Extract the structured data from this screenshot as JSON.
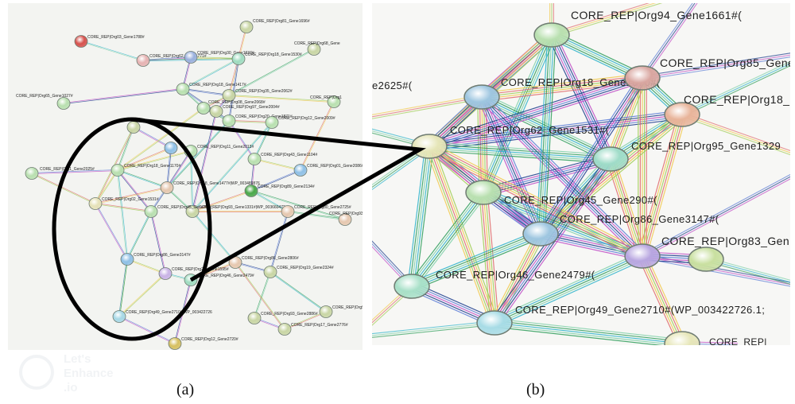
{
  "captions": {
    "a": "(a)",
    "b": "(b)"
  },
  "watermark": {
    "line1": "Let's",
    "line2": "Enhance",
    "line3": ".io"
  },
  "colors": {
    "oval": "#000000",
    "edge_palette": [
      "#5a7bd6",
      "#2e9e5a",
      "#9fcc52",
      "#c04bc6",
      "#2bb3c9",
      "#f2c94c",
      "#1a3a8c",
      "#7fd0a8",
      "#e06a6a"
    ]
  },
  "panel_a": {
    "nodes": [
      {
        "label": "CORE_REP|Org03_Gene1788#",
        "color": "#d6524e"
      },
      {
        "label": "CORE_REP|Org81_Gene1696#",
        "color": "#c9d6a5"
      },
      {
        "label": "CORE_REP|Org62_Gene1771#",
        "color": "#e6b3b3"
      },
      {
        "label": "CORE_REP|Org30_Gene1637#",
        "color": "#9bb1de"
      },
      {
        "label": "CORE_REP|Org18_Gene1530#",
        "color": "#9fdcc0"
      },
      {
        "label": "CORE_REP|Org68_Gene",
        "color": "#c9d6a5"
      },
      {
        "label": "CORE_REP|Org65_Gene1027#",
        "color": "#b9e0b0"
      },
      {
        "label": "CORE_REP|Org18_Gene1417#",
        "color": "#b9e0b0"
      },
      {
        "label": "CORE_REP|Org35_Gene2062#",
        "color": "#c9d6a5"
      },
      {
        "label": "CORE_REP|Org08_Gene2068#",
        "color": "#b9e0b0"
      },
      {
        "label": "CORE_REP|Org97_Gene2004#",
        "color": "#c9d6a5"
      },
      {
        "label": "CORE_REP|Org1",
        "color": "#b9e0b0"
      },
      {
        "label": "CORE_REP|Org20_Gene1871#",
        "color": "#b9e0b0"
      },
      {
        "label": "CORE_REP|Org12_Gene2009#",
        "color": "#b9e0b0"
      },
      {
        "label": "CORE_REP|Org1_Gene2025#",
        "color": "#b9e0b0"
      },
      {
        "label": "CORE_REP|Org11_Gene2013#",
        "color": "#b9e0b0"
      },
      {
        "label": "CORE_REP|Org18_Gene1170#",
        "color": "#b9e0b0"
      },
      {
        "label": "CORE_REP|Org18_Gene1477#|WP_003489876",
        "color": "#e6c8b0"
      },
      {
        "label": "CORE_REP|Org43_Gene1104#",
        "color": "#b9e0b0"
      },
      {
        "label": "CORE_REP|Org01_Gene2086#",
        "color": "#8fc0e6"
      },
      {
        "label": "CORE_REP|Org02_Gene1531#",
        "color": "#e6e2b8"
      },
      {
        "label": "CORE_REP|Org89_Gene2134#",
        "color": "#4aa84a"
      },
      {
        "label": "CORE_REP|Org93_Gene1331#|WP_003660472",
        "color": "#c9d6a5"
      },
      {
        "label": "CORE_REP|Org80_Gene2725#",
        "color": "#e6c8b0"
      },
      {
        "label": "CORE_REP|Org93_Gene2456#",
        "color": "#e6c8b0"
      },
      {
        "label": "CORE_REP|Org45_Gene290#",
        "color": "#b9e0b0"
      },
      {
        "label": "CORE_REP|Org86_Gene3147#",
        "color": "#8fc0e6"
      },
      {
        "label": "CORE_REP|Org23_Gene1595#",
        "color": "#c9b3e6"
      },
      {
        "label": "CORE_REP|Org46_Gene2479#",
        "color": "#9fdcc0"
      },
      {
        "label": "CORE_REP|Org86_Gene2806#",
        "color": "#e6c8b0"
      },
      {
        "label": "CORE_REP|Org19_Gene2324#",
        "color": "#c9d6a5"
      },
      {
        "label": "CORE_REP|Org49_Gene2710#|WP_003422726",
        "color": "#a6d8e6"
      },
      {
        "label": "CORE_REP|Org93_Gene2886#",
        "color": "#c9d6a5"
      },
      {
        "label": "CORE_REP|Org17_Gene2776#",
        "color": "#c9d6a5"
      },
      {
        "label": "CORE_REP|Org12_Gene2720#",
        "color": "#d6c060"
      },
      {
        "label": "CORE_REP|Org91_Gene2349#",
        "color": "#c9d6a5"
      },
      {
        "label": "",
        "color": "#8fc0e6"
      },
      {
        "label": "",
        "color": "#c9d6a5"
      }
    ]
  },
  "panel_b": {
    "nodes": [
      {
        "label": "CORE_REP|Org94_Gene1661#(",
        "color": "#b9e0b0"
      },
      {
        "label": "e2625#(",
        "color": "#ffffff"
      },
      {
        "label": "CORE_REP|Org18_Gene1870#(",
        "color": "#9ec6e0"
      },
      {
        "label": "CORE_REP|Org85_Gene",
        "color": "#d9a6a0"
      },
      {
        "label": "CORE_REP|Org18_",
        "color": "#e8b49a"
      },
      {
        "label": "CORE_REP|Org62_Gene1531#(",
        "color": "#e6e6b8"
      },
      {
        "label": "CORE_REP|Org95_Gene1329",
        "color": "#9fdcc8"
      },
      {
        "label": "CORE_REP|Org45_Gene290#(",
        "color": "#b9e0b0"
      },
      {
        "label": "CORE_REP|Org86_Gene3147#(",
        "color": "#9ec6e0"
      },
      {
        "label": "CORE_REP|Org83_Gen",
        "color": "#b8a6e0"
      },
      {
        "label": "",
        "color": "#c9e0a0"
      },
      {
        "label": "CORE_REP|Org46_Gene2479#(",
        "color": "#a8e0c8"
      },
      {
        "label": "CORE_REP|Org49_Gene2710#(WP_003422726.1;",
        "color": "#a8dce6"
      },
      {
        "label": "CORE_REP|",
        "color": "#e6e6b8"
      }
    ]
  }
}
